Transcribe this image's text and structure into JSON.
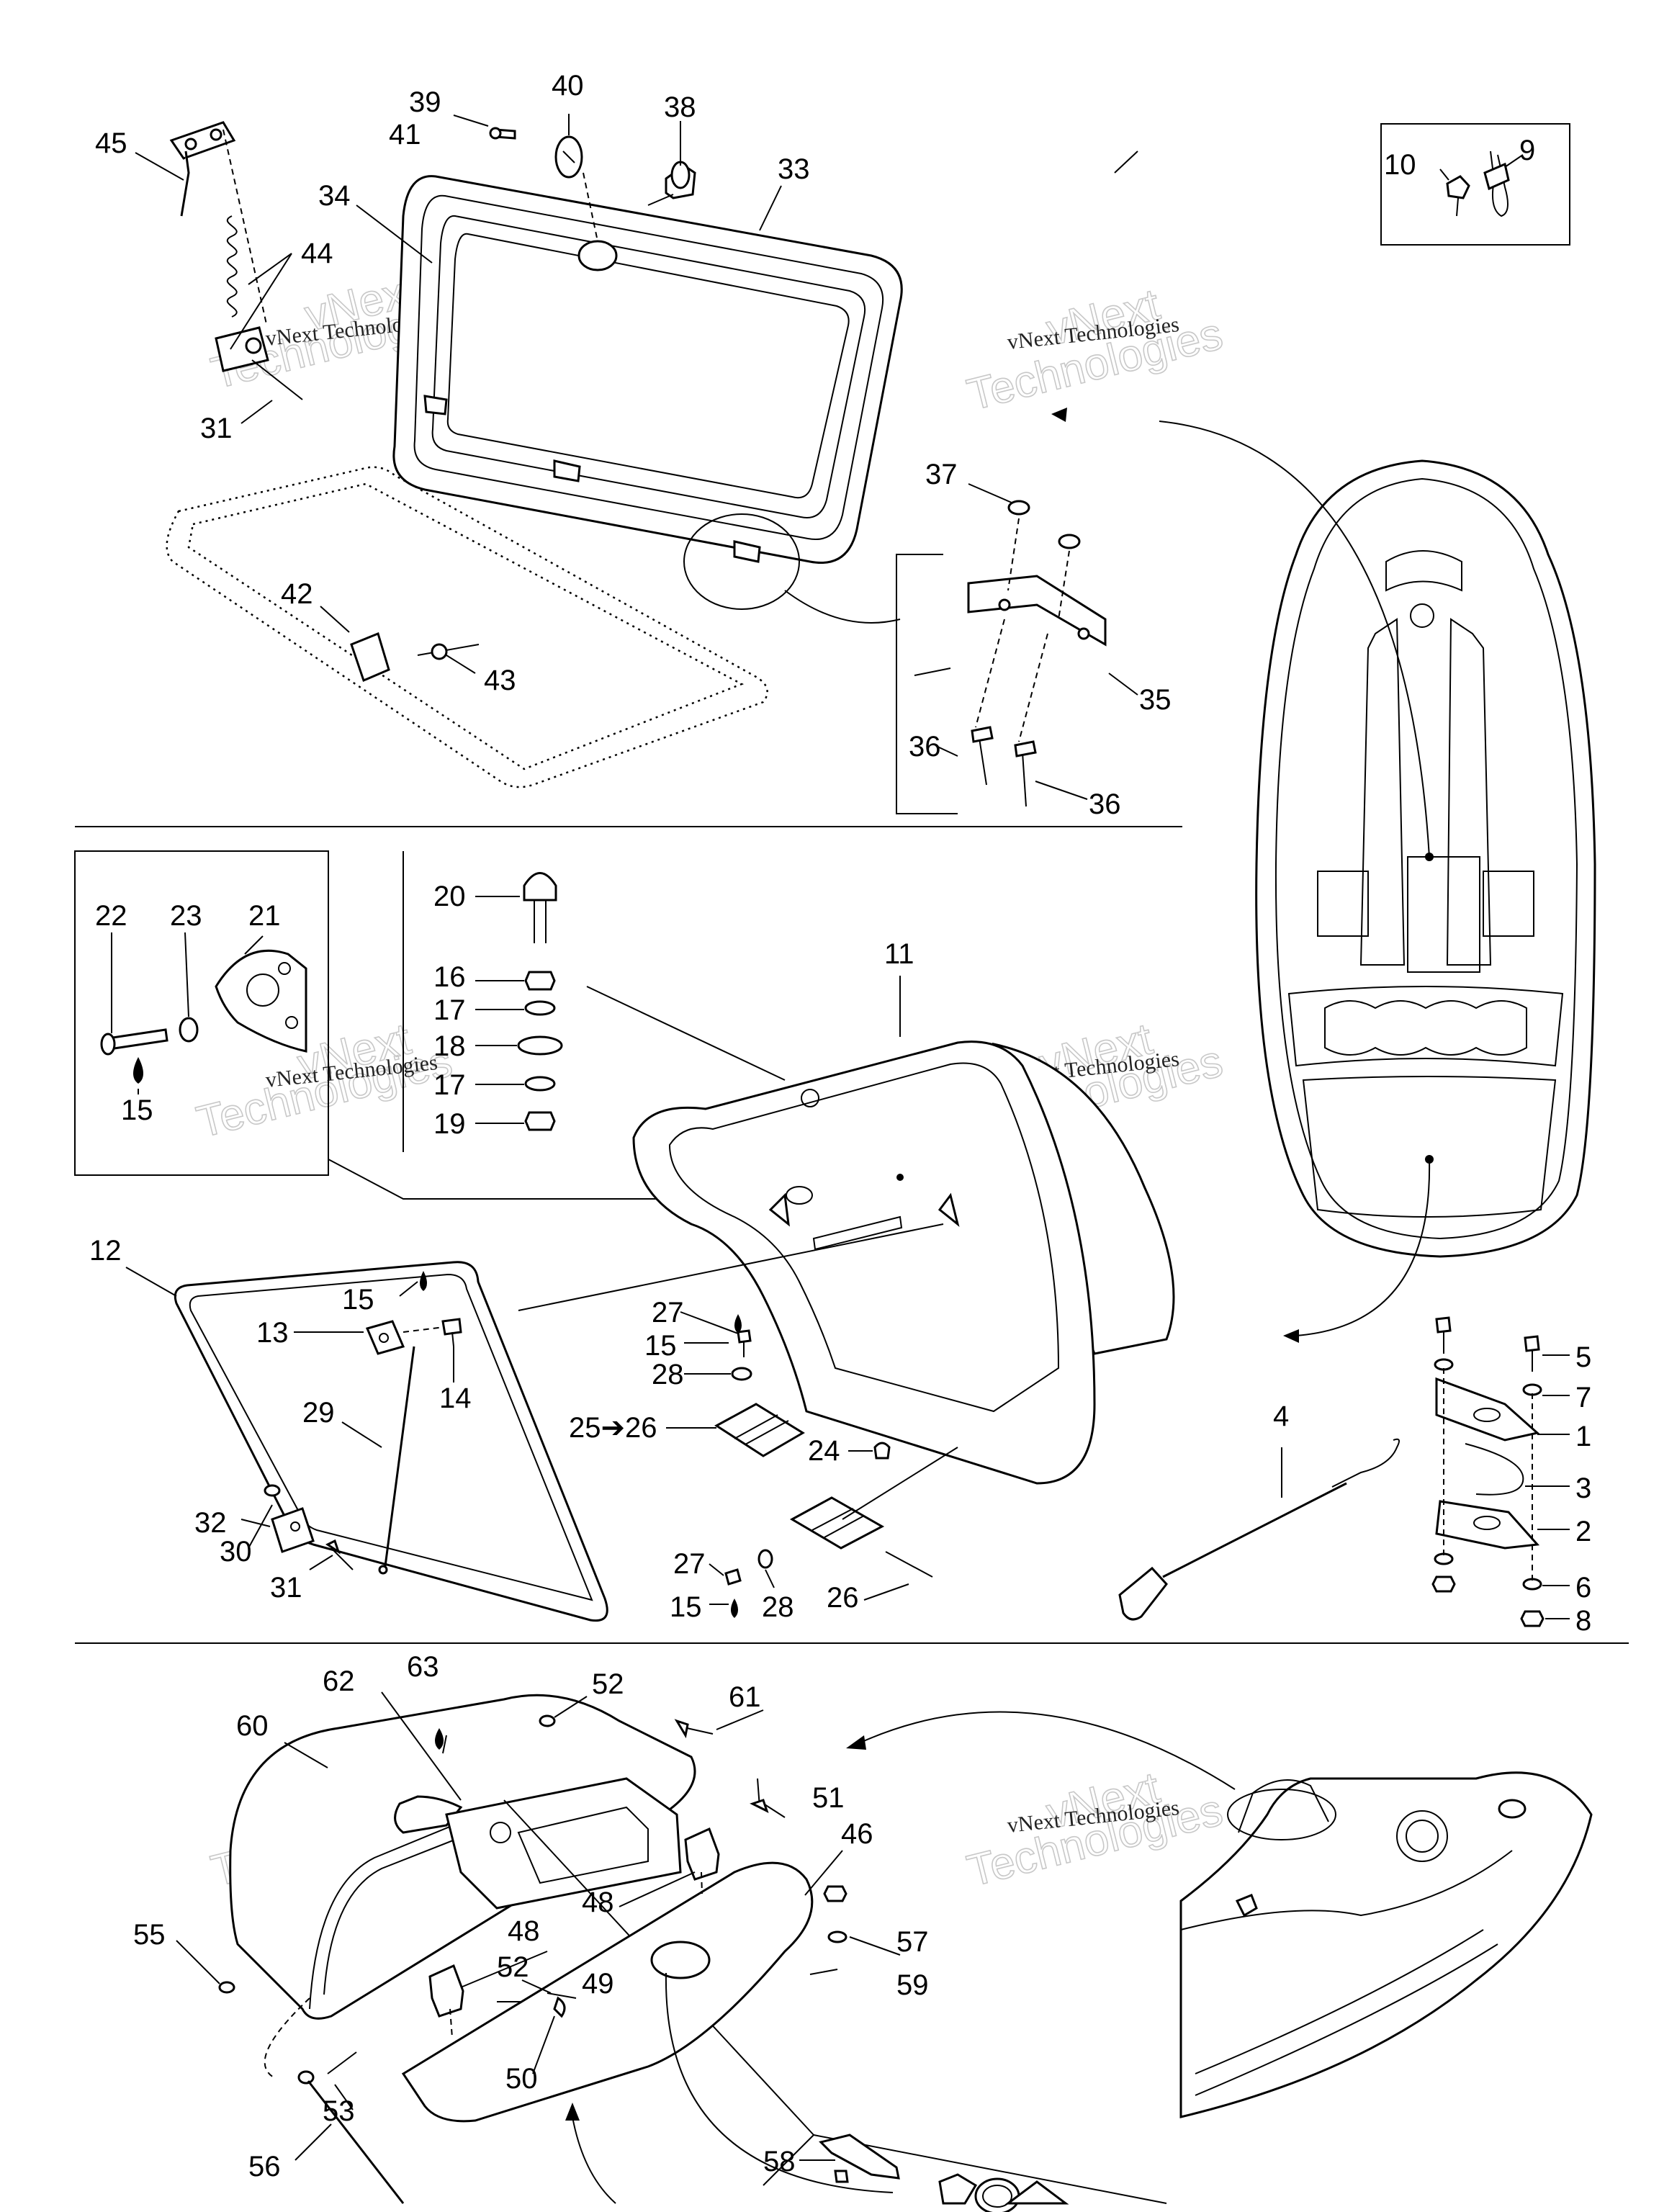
{
  "watermark": {
    "brand": "vNext",
    "company": "Technologies",
    "full": "vNext Technologies"
  },
  "callouts": {
    "c1": "1",
    "c2": "2",
    "c3": "3",
    "c4": "4",
    "c5": "5",
    "c6": "6",
    "c7": "7",
    "c8": "8",
    "c9": "9",
    "c10": "10",
    "c11": "11",
    "c12": "12",
    "c13": "13",
    "c14": "14",
    "c15": "15",
    "c16": "16",
    "c17": "17",
    "c18": "18",
    "c19": "19",
    "c20": "20",
    "c21": "21",
    "c22": "22",
    "c23": "23",
    "c24": "24",
    "c25_26": "25➔26",
    "c26": "26",
    "c27": "27",
    "c28": "28",
    "c29": "29",
    "c30": "30",
    "c31": "31",
    "c32": "32",
    "c33": "33",
    "c34": "34",
    "c35": "35",
    "c36": "36",
    "c37": "37",
    "c38": "38",
    "c39": "39",
    "c40": "40",
    "c41": "41",
    "c42": "42",
    "c43": "43",
    "c44": "44",
    "c45": "45",
    "c46": "46",
    "c48": "48",
    "c49": "49",
    "c50": "50",
    "c51": "51",
    "c52": "52",
    "c53": "53",
    "c55": "55",
    "c56": "56",
    "c57": "57",
    "c58": "58",
    "c59": "59",
    "c60": "60",
    "c61": "61",
    "c62": "62",
    "c63": "63"
  }
}
